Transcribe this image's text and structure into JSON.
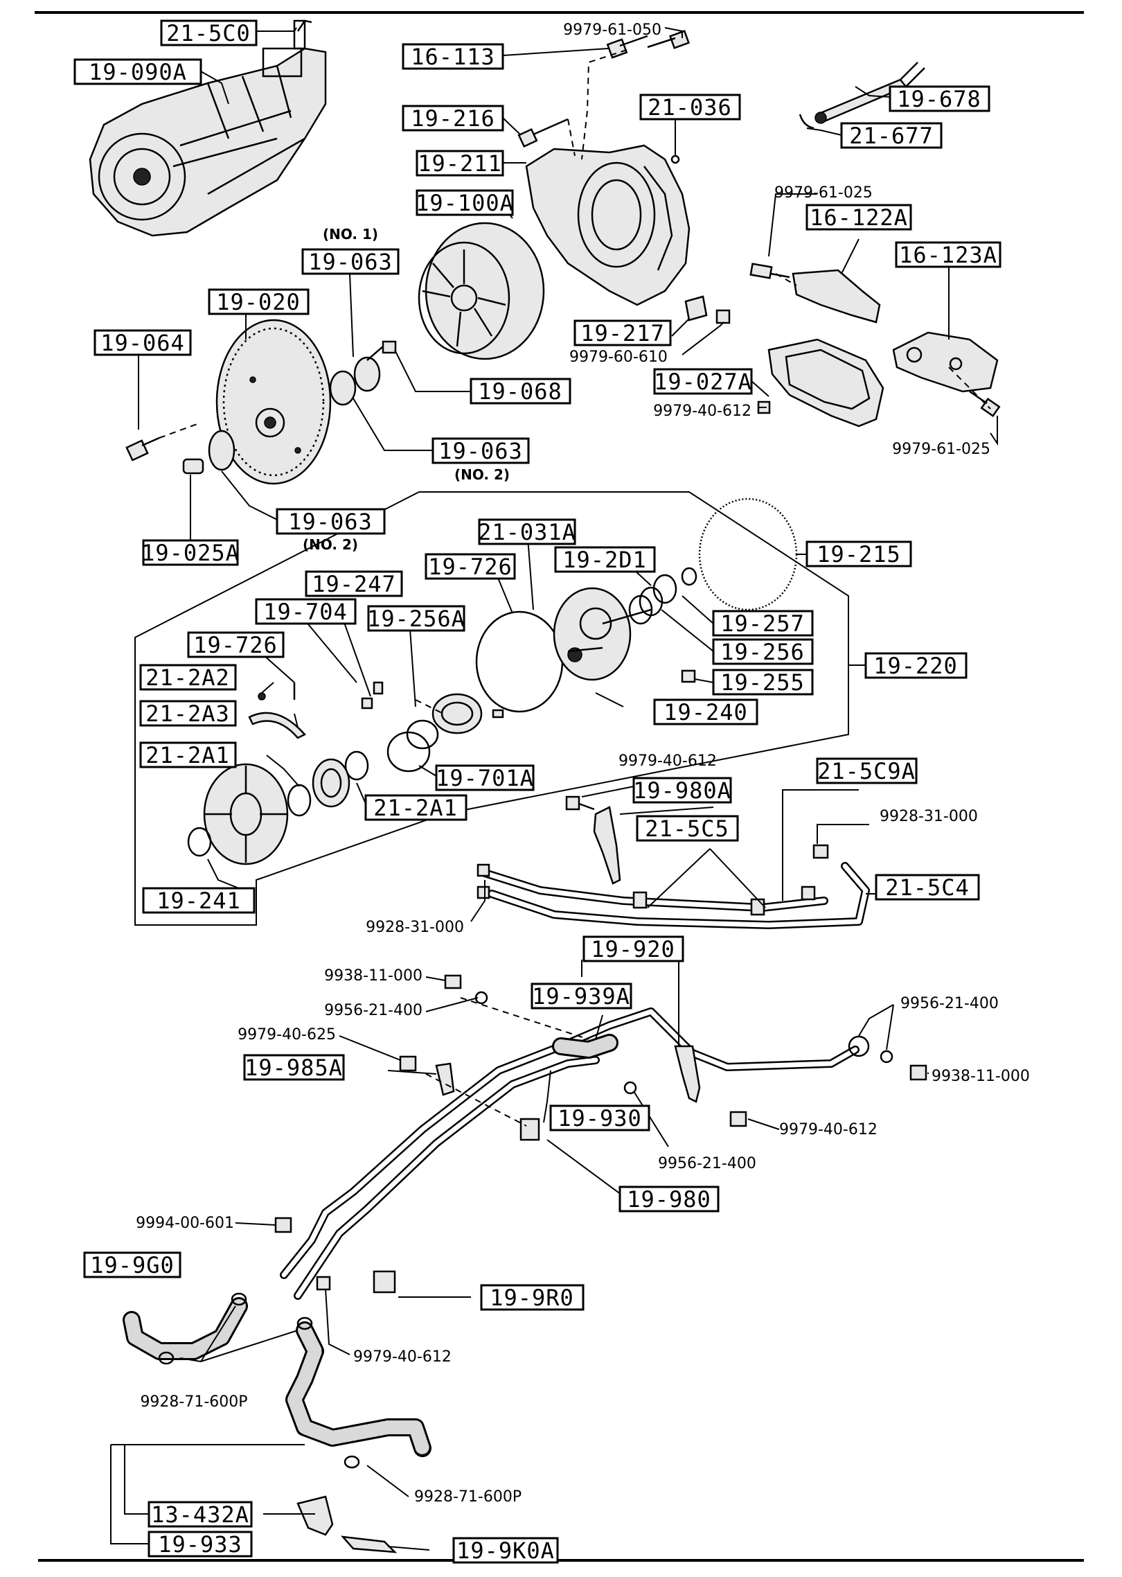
{
  "callouts": {
    "c_21_5c0": "21-5C0",
    "c_19_090a": "19-090A",
    "c_16_113": "16-113",
    "c_19_216": "19-216",
    "c_21_036": "21-036",
    "c_19_678": "19-678",
    "c_21_677": "21-677",
    "c_19_211": "19-211",
    "c_19_100a": "19-100A",
    "c_16_122a": "16-122A",
    "c_16_123a": "16-123A",
    "c_19_063_no1": "19-063",
    "c_19_020": "19-020",
    "c_19_064": "19-064",
    "c_19_217": "19-217",
    "c_19_068": "19-068",
    "c_19_027a": "19-027A",
    "c_19_063_a": "19-063",
    "c_19_063_b": "19-063",
    "c_19_025a": "19-025A",
    "c_21_031a": "21-031A",
    "c_19_215": "19-215",
    "c_19_726_a": "19-726",
    "c_19_2d1": "19-2D1",
    "c_19_247": "19-247",
    "c_19_704": "19-704",
    "c_19_256a": "19-256A",
    "c_19_257": "19-257",
    "c_19_726_b": "19-726",
    "c_19_256": "19-256",
    "c_19_220": "19-220",
    "c_21_2a2": "21-2A2",
    "c_19_255": "19-255",
    "c_21_2a3": "21-2A3",
    "c_19_240": "19-240",
    "c_21_2a1_a": "21-2A1",
    "c_19_701a": "19-701A",
    "c_21_2a1_b": "21-2A1",
    "c_19_980a": "19-980A",
    "c_21_5c9a": "21-5C9A",
    "c_21_5c5": "21-5C5",
    "c_21_5c4": "21-5C4",
    "c_19_241": "19-241",
    "c_19_920": "19-920",
    "c_19_939a": "19-939A",
    "c_19_985a": "19-985A",
    "c_19_930": "19-930",
    "c_19_980": "19-980",
    "c_19_9g0": "19-9G0",
    "c_19_9r0": "19-9R0",
    "c_13_432a": "13-432A",
    "c_19_933": "19-933",
    "c_19_9k0a": "19-9K0A"
  },
  "notes": {
    "no1": "(NO. 1)",
    "no2_a": "(NO. 2)",
    "no2_b": "(NO. 2)"
  },
  "part_numbers": {
    "p_9979_61_050": "9979-61-050",
    "p_9979_61_025_a": "9979-61-025",
    "p_9979_60_610": "9979-60-610",
    "p_9979_40_612_a": "9979-40-612",
    "p_9979_61_025_b": "9979-61-025",
    "p_9979_40_612_b": "9979-40-612",
    "p_9928_31_000_a": "9928-31-000",
    "p_9928_31_000_b": "9928-31-000",
    "p_9938_11_000_a": "9938-11-000",
    "p_9956_21_400_a": "9956-21-400",
    "p_9956_21_400_b": "9956-21-400",
    "p_9979_40_625": "9979-40-625",
    "p_9938_11_000_b": "9938-11-000",
    "p_9979_40_612_c": "9979-40-612",
    "p_9956_21_400_c": "9956-21-400",
    "p_9994_00_601": "9994-00-601",
    "p_9979_40_612_d": "9979-40-612",
    "p_9928_71_600p_a": "9928-71-600P",
    "p_9928_71_600p_b": "9928-71-600P"
  }
}
